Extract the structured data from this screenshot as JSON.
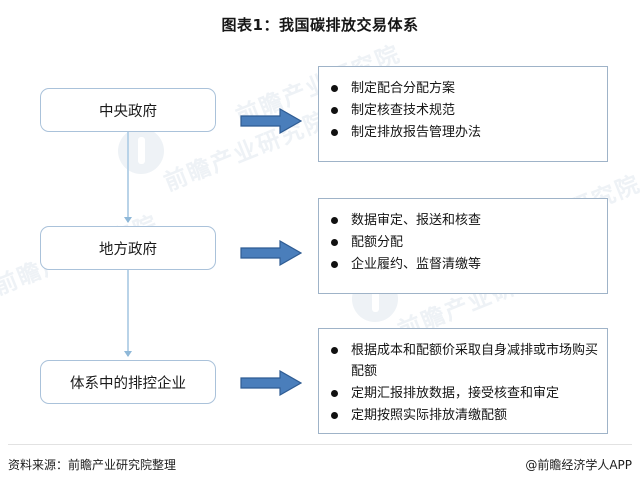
{
  "title": "图表1：我国碳排放交易体系",
  "flow": {
    "rows": [
      {
        "actor": "中央政府",
        "arrow_icon": "right-arrow-icon",
        "details": [
          "制定配合分配方案",
          "制定核查技术规范",
          "制定排放报告管理办法"
        ]
      },
      {
        "actor": "地方政府",
        "arrow_icon": "right-arrow-icon",
        "details": [
          "数据审定、报送和核查",
          "配额分配",
          "企业履约、监督清缴等"
        ]
      },
      {
        "actor": "体系中的排控企业",
        "arrow_icon": "right-arrow-icon",
        "details": [
          "根据成本和配额价采取自身减排或市场购买配额",
          "定期汇报排放数据，接受核查和审定",
          "定期按照实际排放清缴配额"
        ]
      }
    ]
  },
  "footer": {
    "source": "资料来源：前瞻产业研究院整理",
    "brand": "@前瞻经济学人APP"
  },
  "colors": {
    "arrow_fill": "#4a7ebb",
    "arrow_stroke": "#2f5c93",
    "box_border": "#aac2da",
    "panel_border": "#9fb3c8",
    "connector": "#b9d3e8"
  },
  "watermark": {
    "text": "前瞻产业研究院"
  }
}
